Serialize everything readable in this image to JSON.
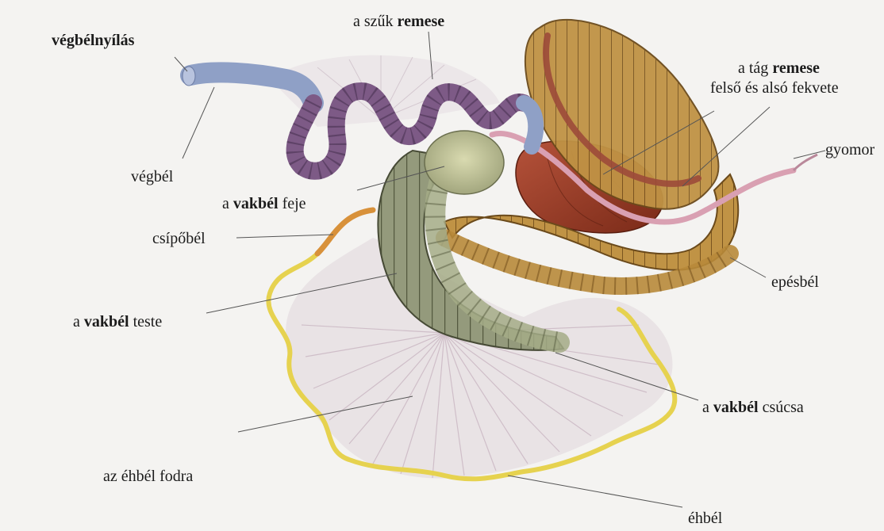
{
  "labels": {
    "vegbelnyilas": "végbélnyílás",
    "szuk_remese_pre": "a szűk ",
    "szuk_remese_bold": "remese",
    "tag_remese_pre": "a tág ",
    "tag_remese_bold": "remese",
    "felso_also": "felső és alsó fekvete",
    "gyomor": "gyomor",
    "vegbel": "végbél",
    "vakbel_feje_pre": "a ",
    "vakbel_feje_bold": "vakbél",
    "vakbel_feje_post": " feje",
    "csipobel": "csípőbél",
    "epesbel": "epésbél",
    "vakbel_teste_pre": "a ",
    "vakbel_teste_bold": "vakbél",
    "vakbel_teste_post": " teste",
    "vakbel_csucsa_pre": "a ",
    "vakbel_csucsa_bold": "vakbél",
    "vakbel_csucsa_post": " csúcsa",
    "ehbel_fodra": "az éhbél fodra",
    "ehbel": "éhbél"
  },
  "colors": {
    "rectum": "#8fa0c6",
    "narrow_colon": "#7d5a86",
    "wide_colon": "#b48a3e",
    "stomach": "#9a3a24",
    "caecum_head": "#b7b98a",
    "caecum_body": "#8f967a",
    "jejunum": "#e9d85a",
    "mesentery": "#d9d2d6",
    "leader": "#555555"
  }
}
